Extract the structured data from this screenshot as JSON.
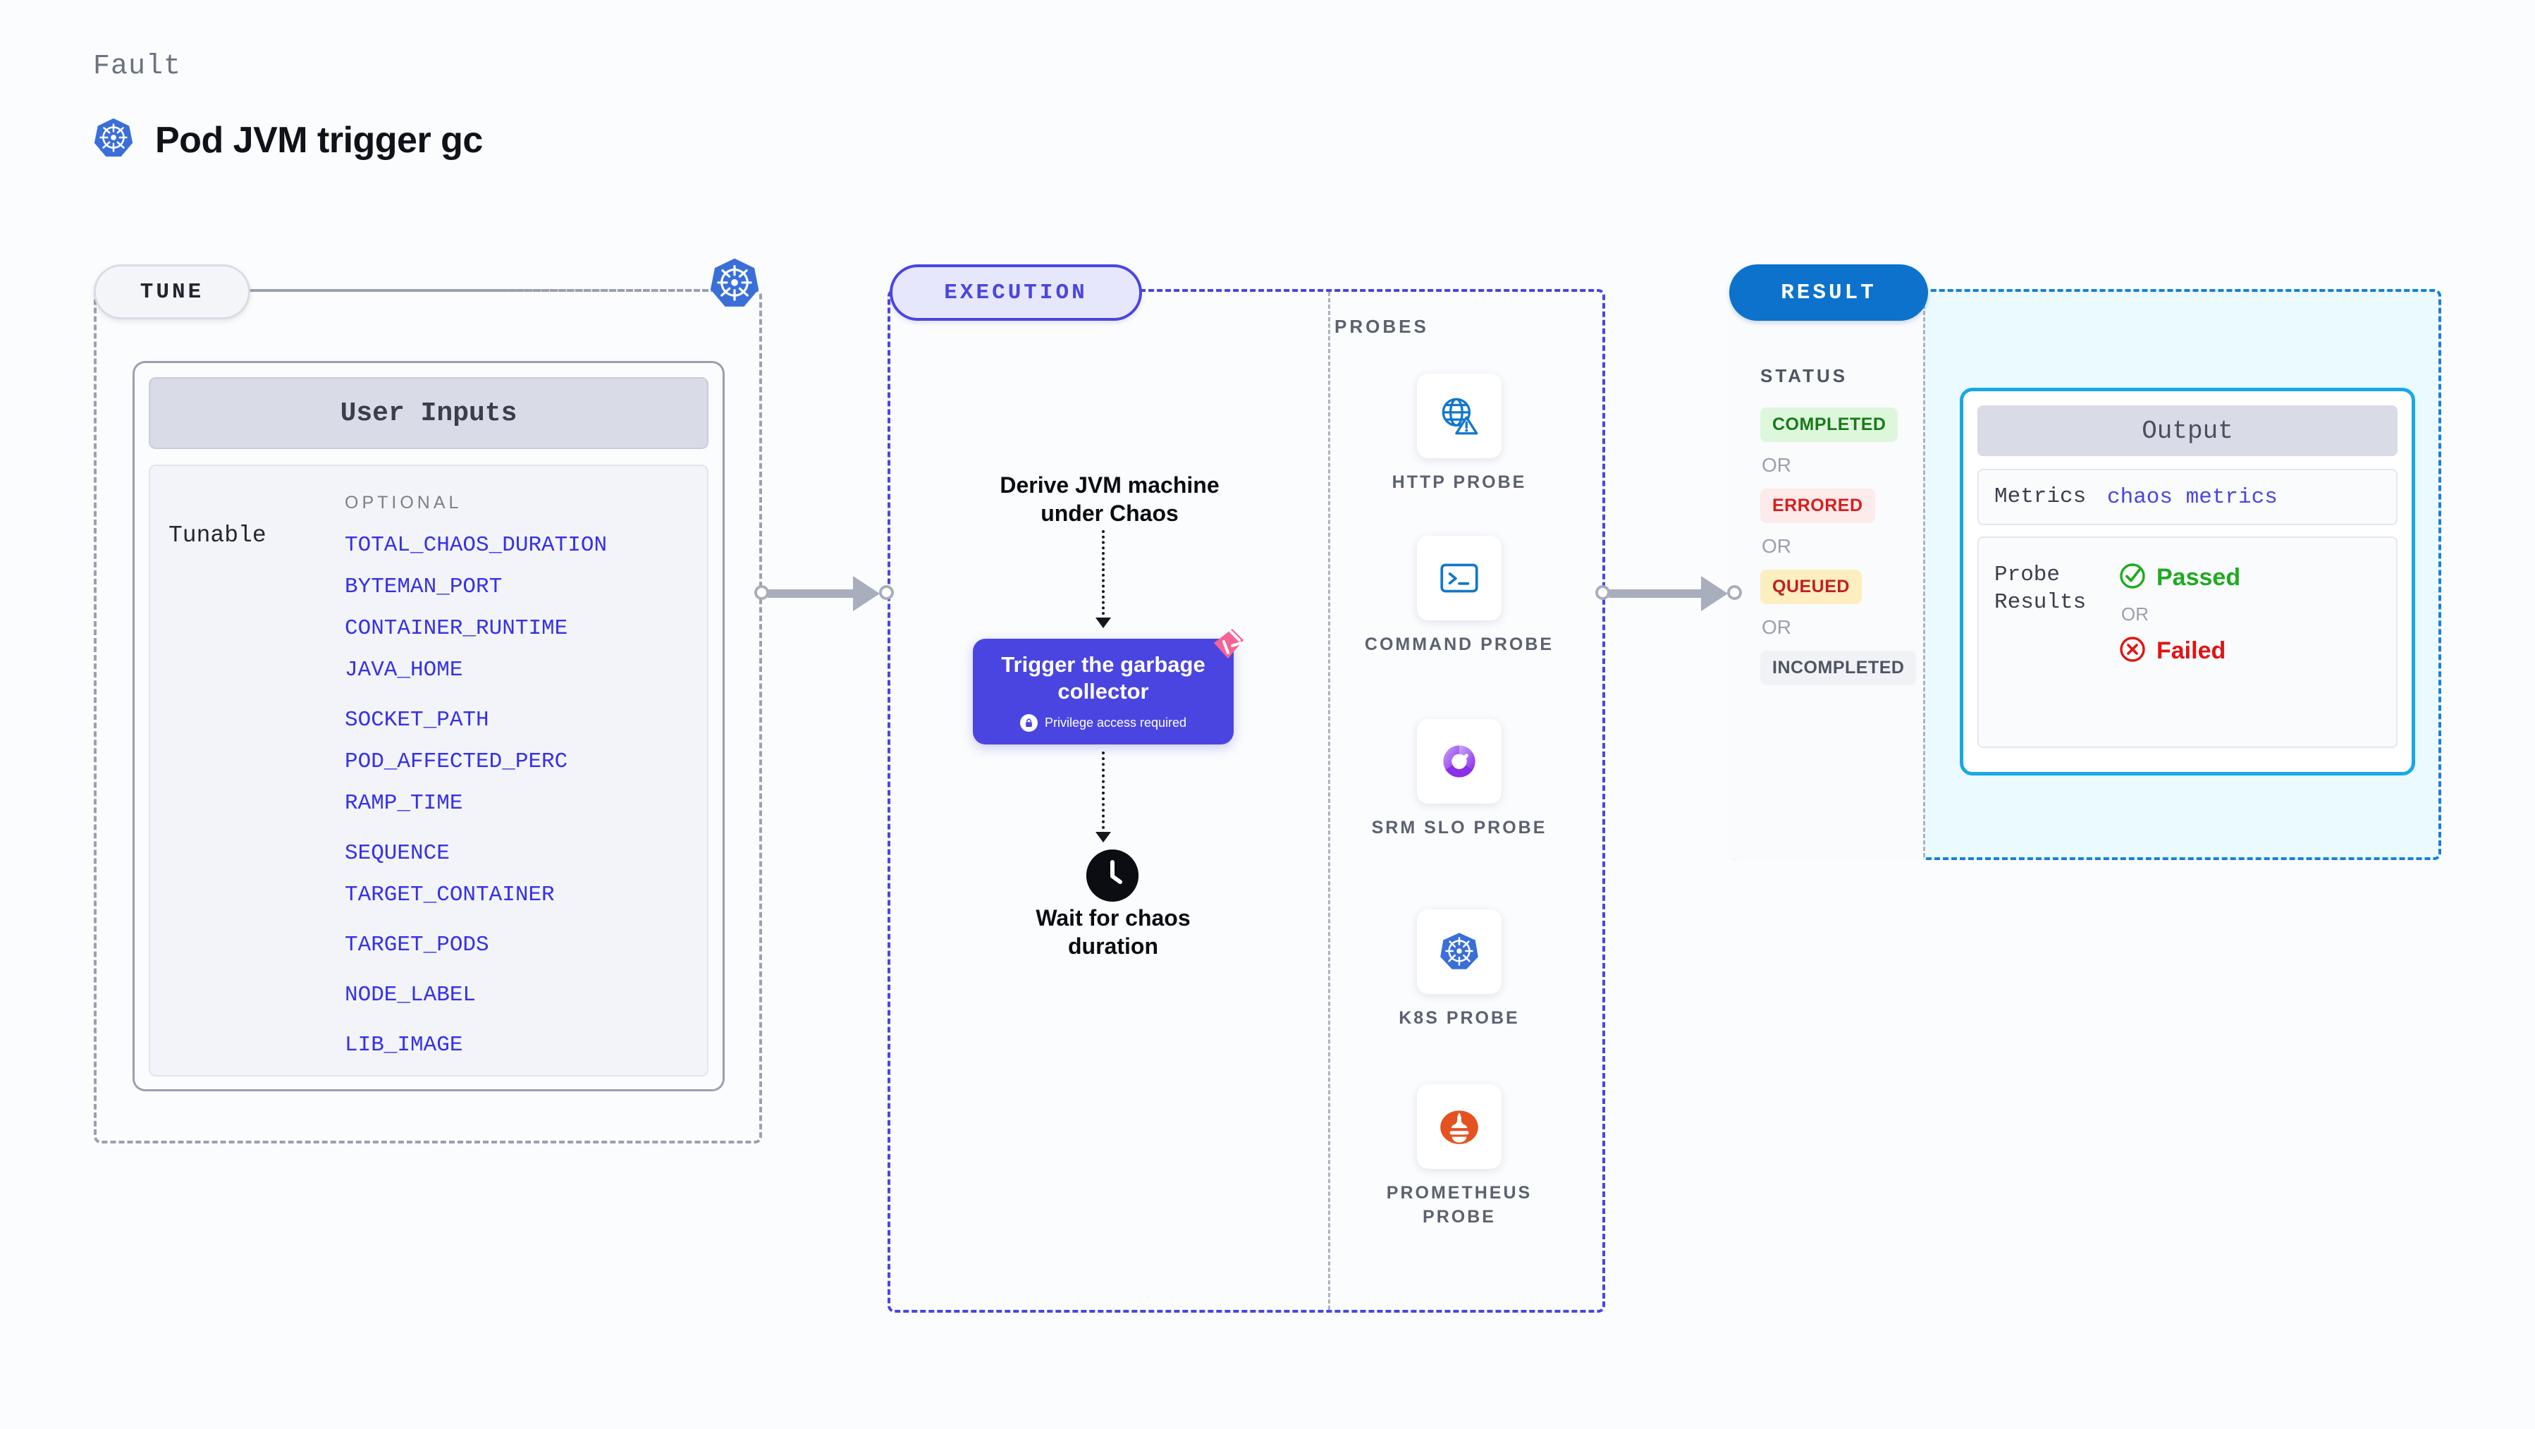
{
  "header": {
    "kicker": "Fault",
    "title": "Pod JVM trigger gc",
    "icon": "kubernetes-icon"
  },
  "stages": {
    "tune": {
      "badge": "TUNE"
    },
    "execution": {
      "badge": "EXECUTION"
    },
    "result": {
      "badge": "RESULT"
    }
  },
  "tune": {
    "card_header": "User Inputs",
    "row_label": "Tunable",
    "group_label": "OPTIONAL",
    "tunables": [
      "TOTAL_CHAOS_DURATION",
      "BYTEMAN_PORT",
      "CONTAINER_RUNTIME",
      "JAVA_HOME",
      "SOCKET_PATH",
      "POD_AFFECTED_PERC",
      "RAMP_TIME",
      "SEQUENCE",
      "TARGET_CONTAINER",
      "TARGET_PODS",
      "NODE_LABEL",
      "LIB_IMAGE"
    ]
  },
  "execution": {
    "step_derive": "Derive JVM machine under Chaos",
    "action_card": {
      "title": "Trigger the garbage collector",
      "note": "Privilege access required",
      "icon": "lock-icon",
      "ribbon": "ribbon-marker"
    },
    "step_wait": "Wait for chaos duration",
    "wait_icon": "clock-icon"
  },
  "probes": {
    "title": "PROBES",
    "items": [
      {
        "label": "HTTP PROBE",
        "icon": "globe-warning-icon"
      },
      {
        "label": "COMMAND PROBE",
        "icon": "terminal-icon"
      },
      {
        "label": "SRM SLO PROBE",
        "icon": "slo-gauge-icon"
      },
      {
        "label": "K8S PROBE",
        "icon": "kubernetes-icon"
      },
      {
        "label": "PROMETHEUS PROBE",
        "icon": "prometheus-icon"
      }
    ]
  },
  "result": {
    "status_title": "STATUS",
    "or_label": "OR",
    "statuses": [
      {
        "label": "COMPLETED",
        "style": "chip-completed"
      },
      {
        "label": "ERRORED",
        "style": "chip-errored"
      },
      {
        "label": "QUEUED",
        "style": "chip-queued"
      },
      {
        "label": "INCOMPLETED",
        "style": "chip-incompleted"
      }
    ],
    "output": {
      "header": "Output",
      "metrics_key": "Metrics",
      "metrics_value": "chaos metrics",
      "probe_results_key": "Probe Results",
      "passed": "Passed",
      "failed": "Failed",
      "or_label": "OR",
      "passed_icon": "check-circle-icon",
      "failed_icon": "x-circle-icon"
    }
  },
  "colors": {
    "brand_purple": "#4a45e0",
    "tunable_blue": "#3730e8",
    "result_blue": "#0d72cc",
    "output_border": "#17a8e8",
    "k8s_blue": "#3a6fd8",
    "passed_green": "#1faa20",
    "failed_red": "#e11414",
    "ribbon_pink": "#f56394",
    "connector_gray": "#a9aebd"
  }
}
